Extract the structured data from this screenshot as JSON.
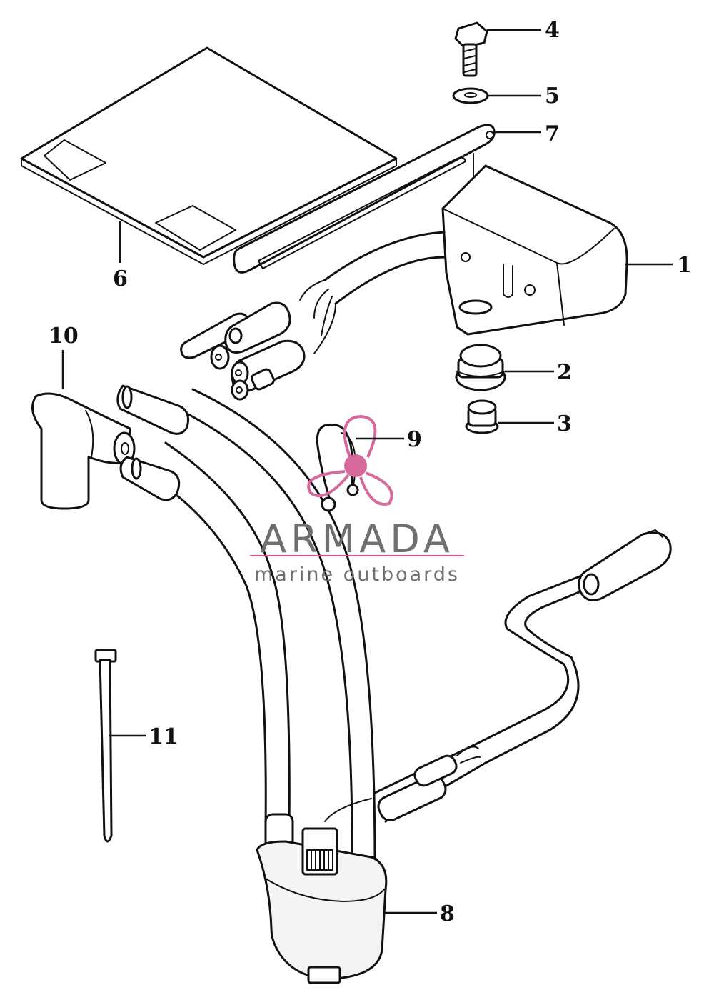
{
  "callouts": [
    {
      "id": "1",
      "label": "1",
      "part": "pack"
    },
    {
      "id": "2",
      "label": "2",
      "part": "grommet"
    },
    {
      "id": "3",
      "label": "3",
      "part": "sleeve"
    },
    {
      "id": "4",
      "label": "4",
      "part": "bolt"
    },
    {
      "id": "5",
      "label": "5",
      "part": "washer"
    },
    {
      "id": "6",
      "label": "6",
      "part": "sheet"
    },
    {
      "id": "7",
      "label": "7",
      "part": "bracket"
    },
    {
      "id": "8",
      "label": "8",
      "part": "coil"
    },
    {
      "id": "9",
      "label": "9",
      "part": "clip"
    },
    {
      "id": "10",
      "label": "10",
      "part": "cap"
    },
    {
      "id": "11",
      "label": "11",
      "part": "tie"
    }
  ],
  "watermark": {
    "brand": "ARMADA",
    "tagline": "marine outboards",
    "line_color": "#e04a8a",
    "logo_color": "#d6699c"
  },
  "colors": {
    "ink": "#111111",
    "background": "#ffffff"
  }
}
